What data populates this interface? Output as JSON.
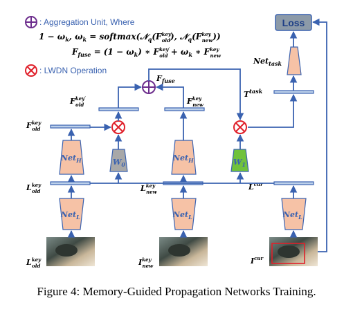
{
  "legend": {
    "aggregation_label": ": Aggregation Unit, Where",
    "lwdn_label": ": LWDN Operation",
    "formula_1": "1 − ω",
    "formula_1_sub": "k",
    "formula_1_rest": ", ω",
    "formula_1_sub2": "k",
    "formula_1_tail": " = softmax(𝒩",
    "formula_1_q": "q",
    "formula_1_arg1": "(F",
    "formula_1_arg1_sup": "key′",
    "formula_1_arg1_sub": "old",
    "formula_1_mid": "), 𝒩",
    "formula_1_q2": "q",
    "formula_1_arg2": "(F",
    "formula_1_arg2_sup": "key",
    "formula_1_arg2_sub": "new",
    "formula_1_end": "))",
    "formula_2": "F",
    "formula_2_sub": "fuse",
    "formula_2_rest": " = (1 − ω",
    "formula_2_k": "k",
    "formula_2_mid": ") ∗ F",
    "formula_2_sup1": "key′",
    "formula_2_sub1": "old",
    "formula_2_plus": " + ω",
    "formula_2_k2": "k",
    "formula_2_mid2": " ∗ F",
    "formula_2_sup2": "key",
    "formula_2_sub2": "new"
  },
  "nodes": {
    "loss": "Loss",
    "net_task": "Net",
    "net_task_sub": "task",
    "t_task": "T",
    "t_task_sup": "task",
    "f_fuse": "F",
    "f_fuse_sub": "fuse",
    "f_old_key_prime": "F",
    "f_old_key_prime_sup": "key′",
    "f_old_key_prime_sub": "old",
    "f_new_key": "F",
    "f_new_key_sup": "key",
    "f_new_key_sub": "new",
    "f_old_key": "F",
    "f_old_key_sup": "key",
    "f_old_key_sub": "old",
    "net_h_left": "Net",
    "net_h_left_sub": "H",
    "net_h_mid": "Net",
    "net_h_mid_sub": "H",
    "w0": "W",
    "w0_sub": "0",
    "w1": "W",
    "w1_sub": "1",
    "l_old_key": "L",
    "l_old_key_sup": "key",
    "l_old_key_sub": "old",
    "l_new_key": "L",
    "l_new_key_sup": "key",
    "l_new_key_sub": "new",
    "l_cur": "L",
    "l_cur_sup": "cur",
    "net_l_1": "Net",
    "net_l_1_sub": "L",
    "net_l_2": "Net",
    "net_l_2_sub": "L",
    "net_l_3": "Net",
    "net_l_3_sub": "L",
    "i_old_key": "L",
    "i_old_key_sup": "key",
    "i_old_key_sub": "old",
    "i_new_key": "I",
    "i_new_key_sup": "key",
    "i_new_key_sub": "new",
    "i_cur": "I",
    "i_cur_sup": "cur"
  },
  "caption": "Figure 4: Memory-Guided Propagation Networks Training.",
  "colors": {
    "arrow": "#3a62b0",
    "net_fill": "#f6c2a6",
    "w0_fill": "#a8a8a8",
    "w1_fill": "#70c23c",
    "loss_fill": "#8c9aa8",
    "lwdn_red": "#e0202a",
    "agg_purple": "#6c2c8c"
  }
}
